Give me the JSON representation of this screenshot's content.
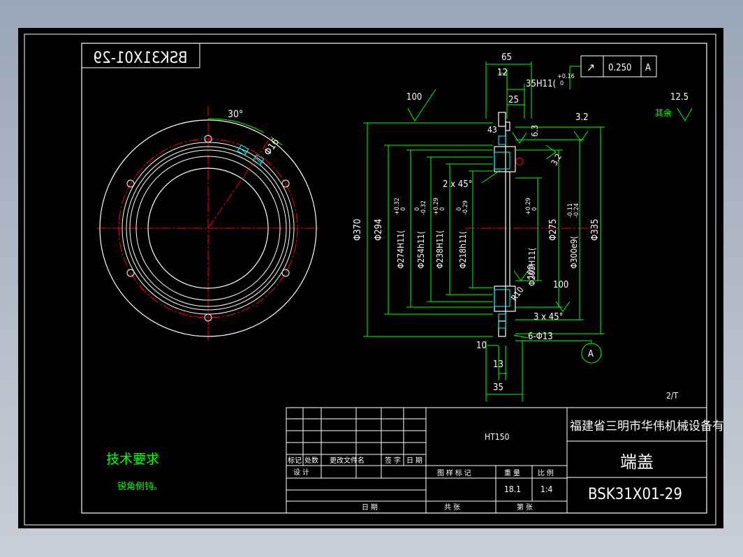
{
  "colors": {
    "background": "#000000",
    "border": "#ffffff",
    "outline": "#ffffff",
    "dimension": "#00ff00",
    "centerline": "#ff0000",
    "hatch": "#00ffff",
    "note": "#00ff00",
    "text": "#ffffff"
  },
  "mirrored_code": "BSK31X01-29",
  "title_block": {
    "material": "HT150",
    "company": "福建省三明市华伟机械设备有限公司",
    "part_name": "端盖",
    "drawing_number": "BSK31X01-29",
    "weight": "18.1",
    "scale": "1:4",
    "headers": {
      "mark": "标记",
      "count": "处数",
      "doc": "更改文件名",
      "sign": "签 字",
      "date": "日 期",
      "design": "设 计",
      "stage": "图 样 标 记",
      "weight": "重 量",
      "ratio": "比 例",
      "total": "共 张",
      "sheet": "第 张",
      "date2": "日 期"
    }
  },
  "notes": {
    "heading": "技术要求",
    "item": "锐角倒钝。"
  },
  "front_view": {
    "angle": "30°",
    "hole": "Φ16"
  },
  "section_view": {
    "dims": {
      "d65": "65",
      "d12": "12",
      "d25": "25",
      "d35h11": "35H11(",
      "d35h11_tol_up": "+0.16",
      "d35h11_tol_low": "0",
      "d10": "10",
      "d13": "13",
      "d35": "35",
      "chamfer_top": "2 x 45°",
      "chamfer_bot": "3 x 45°",
      "holes": "6-Φ13",
      "r10": "R10",
      "v100": "100",
      "v63": "6.3",
      "v32a": "3.2",
      "v32b": "3.2",
      "v125": "12.5",
      "rest": "其余",
      "ra100a": "100",
      "ra100b": "100",
      "angle43": "43",
      "sheet_no": "2/T"
    },
    "diameters": [
      {
        "main": "Φ370"
      },
      {
        "main": "Φ294"
      },
      {
        "main": "Φ274H11(",
        "up": "+0.32",
        "low": "0"
      },
      {
        "main": "Φ254h11(",
        "up": "0",
        "low": "-0.32"
      },
      {
        "main": "Φ238H11(",
        "up": "+0.29",
        "low": "0"
      },
      {
        "main": "Φ218h11(",
        "up": "0",
        "low": "-0.29"
      },
      {
        "main": "Φ202H11(",
        "up": "+0.29",
        "low": "0"
      },
      {
        "main": "Φ275"
      },
      {
        "main": "Φ300e9(",
        "up": "-0.11",
        "low": "-0.24"
      },
      {
        "main": "Φ335"
      }
    ],
    "tolerance_frame": {
      "symbol": "↗",
      "value": "0.250",
      "datum": "A"
    },
    "datum_label": "A"
  }
}
